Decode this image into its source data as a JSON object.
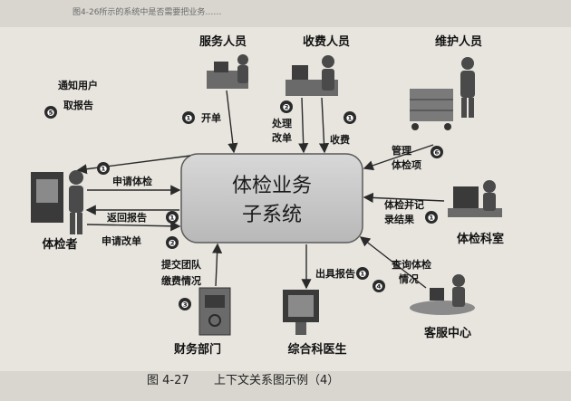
{
  "header": {
    "page_text": "图4-26所示的系统中是否需要把业务……"
  },
  "center": {
    "line1": "体检业务",
    "line2": "子系统"
  },
  "roles": {
    "service": "服务人员",
    "cashier": "收费人员",
    "maintainer": "维护人员",
    "examinee": "体检者",
    "exam_dept": "体检科室",
    "finance": "财务部门",
    "doctor": "综合科医生",
    "support": "客服中心"
  },
  "flows": [
    {
      "num": "❶",
      "text": "开单"
    },
    {
      "num": "❷",
      "text": "处理"
    },
    {
      "num": "",
      "text": "改单"
    },
    {
      "num": "❶",
      "text": "收费"
    },
    {
      "num": "❻",
      "text": "管理"
    },
    {
      "num": "",
      "text": "体检项"
    },
    {
      "num": "❺",
      "text": "通知用户"
    },
    {
      "num": "",
      "text": "取报告"
    },
    {
      "num": "❶",
      "text": "申请体检"
    },
    {
      "num": "❶",
      "text": "返回报告"
    },
    {
      "num": "❷",
      "text": "申请改单"
    },
    {
      "num": "",
      "text": "体检并记"
    },
    {
      "num": "❶",
      "text": "录结果"
    },
    {
      "num": "",
      "text": "提交团队"
    },
    {
      "num": "",
      "text": "缴费情况"
    },
    {
      "num": "❸",
      "text": ""
    },
    {
      "num": "❶",
      "text": "出具报告"
    },
    {
      "num": "❹",
      "text": "查询体检"
    },
    {
      "num": "",
      "text": "情况"
    }
  ],
  "caption": {
    "figure": "图 4-27",
    "text": "上下文关系图示例（4）"
  },
  "colors": {
    "center_fill": "#c9c9c9",
    "arrow": "#2a2a2a",
    "figure": "#4a4a4a"
  }
}
